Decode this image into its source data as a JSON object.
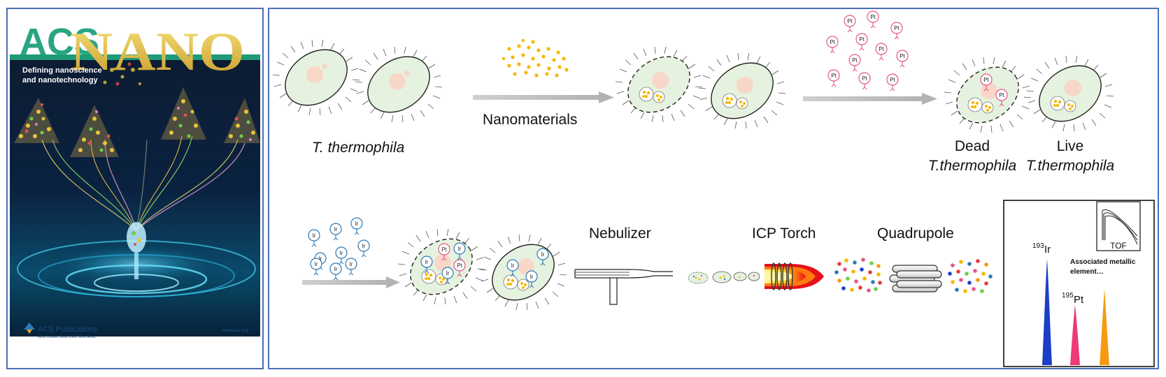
{
  "cover": {
    "title_acs": "ACS",
    "title_nano": "NANO",
    "tagline_1": "Defining nanoscience",
    "tagline_2": "and nanotechnology",
    "publisher": "ACS Publications",
    "publisher_motto": "Most Trusted. Most Cited. Most Read.",
    "website": "www.acs.org"
  },
  "labels": {
    "organism": "T. thermophila",
    "nanomaterials": "Nanomaterials",
    "dead_1": "Dead",
    "dead_2": "T.thermophila",
    "live_1": "Live",
    "live_2": "T.thermophila",
    "nebulizer": "Nebulizer",
    "icp_torch": "ICP Torch",
    "quadrupole": "Quadrupole",
    "tof": "TOF",
    "associated_1": "Associated metallic",
    "associated_2": "element…",
    "ir_mass": "193",
    "ir_symbol": "Ir",
    "pt_mass": "195",
    "pt_symbol": "Pt",
    "pt_tag": "Pt",
    "ir_tag": "Ir"
  },
  "colors": {
    "frame_blue": "#4a6fb5",
    "cell_fill": "#e6f2e0",
    "nanoparticle": "#f5b800",
    "pt_pink": "#e5558a",
    "ir_blue": "#2a7ab8",
    "peak_ir": "#1c3fc8",
    "peak_pt": "#ee3a78",
    "peak_other": "#f59a12"
  }
}
